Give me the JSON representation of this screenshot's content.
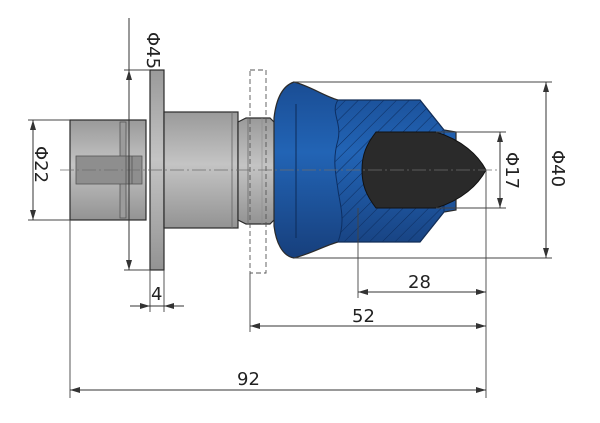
{
  "dimensions": {
    "flange_diameter": "Φ45",
    "shank_diameter": "Φ22",
    "flange_thickness": "4",
    "tip_diameter": "Φ17",
    "head_diameter": "Φ40",
    "tip_length": "28",
    "head_length": "52",
    "overall_length": "92"
  },
  "colors": {
    "steel": "#a9a9a9",
    "steel_light": "#c2c2c2",
    "steel_dark": "#8c8c8c",
    "head_blue": "#1d56a3",
    "head_blue_dark": "#123f7e",
    "carbide": "#2a2a2a",
    "line": "#333333"
  }
}
